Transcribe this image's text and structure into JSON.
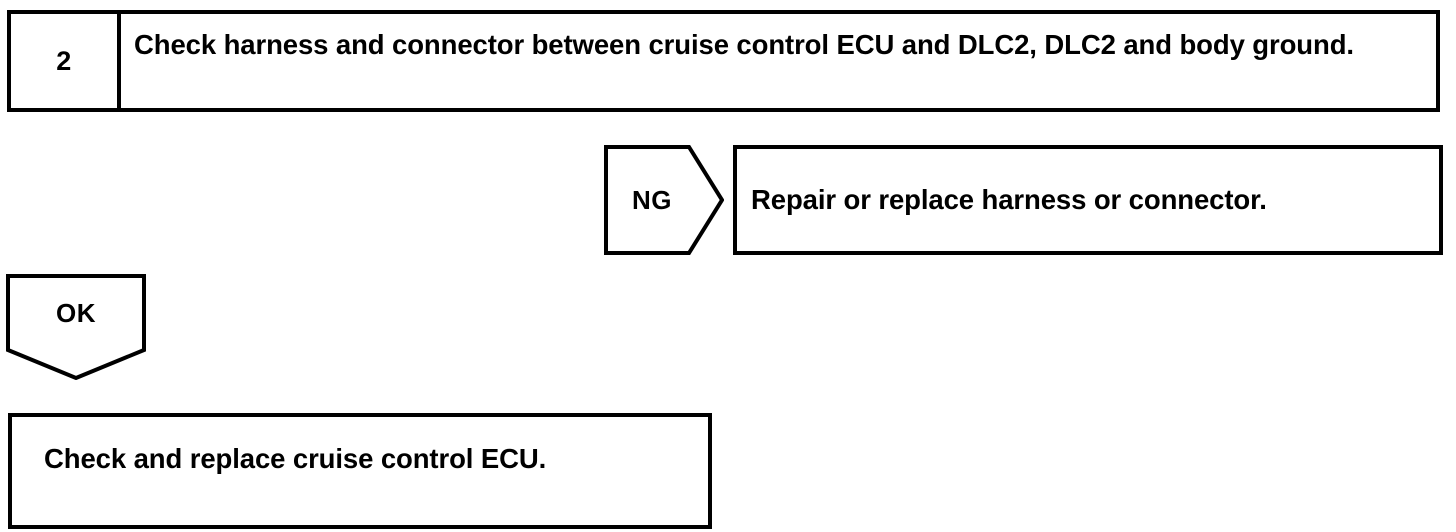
{
  "document": {
    "type": "troubleshooting-flowchart",
    "colors": {
      "ink": "#000000",
      "paper": "#ffffff"
    }
  },
  "step_row": {
    "number": "2",
    "description": "Check harness and connector between cruise control ECU and DLC2, DLC2 and body ground."
  },
  "ng_branch": {
    "label": "NG",
    "result_box": {
      "text": "Repair or replace harness or connector."
    }
  },
  "ok_branch": {
    "label": "OK",
    "result_box": {
      "text": "Check and replace cruise control ECU."
    }
  }
}
